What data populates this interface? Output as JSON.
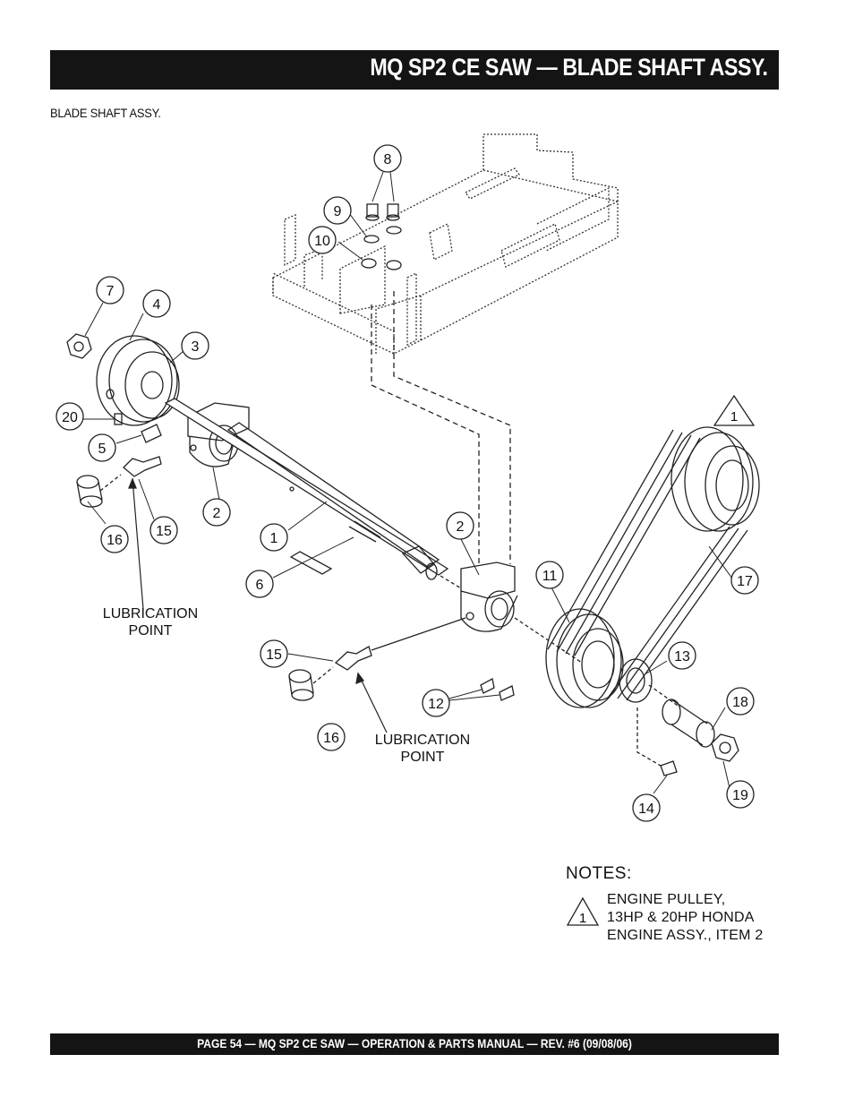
{
  "header": {
    "title": "MQ SP2 CE  SAW — BLADE SHAFT ASSY."
  },
  "subtitle": "BLADE SHAFT ASSY.",
  "callouts": [
    {
      "num": "8"
    },
    {
      "num": "9"
    },
    {
      "num": "10"
    },
    {
      "num": "7"
    },
    {
      "num": "4"
    },
    {
      "num": "3"
    },
    {
      "num": "20"
    },
    {
      "num": "5"
    },
    {
      "num": "16"
    },
    {
      "num": "15"
    },
    {
      "num": "2"
    },
    {
      "num": "1"
    },
    {
      "num": "6"
    },
    {
      "num": "2"
    },
    {
      "num": "11"
    },
    {
      "num": "17"
    },
    {
      "num": "13"
    },
    {
      "num": "15"
    },
    {
      "num": "16"
    },
    {
      "num": "12"
    },
    {
      "num": "18"
    },
    {
      "num": "19"
    },
    {
      "num": "14"
    }
  ],
  "triangle_callout": "1",
  "lubrication": {
    "left": [
      "LUBRICATION",
      "POINT"
    ],
    "right": [
      "LUBRICATION",
      "POINT"
    ]
  },
  "notes": {
    "heading": "NOTES:",
    "items": [
      {
        "marker": "1",
        "text": "ENGINE PULLEY,\n13HP & 20HP HONDA\nENGINE ASSY., ITEM 2"
      }
    ]
  },
  "footer": {
    "text": "PAGE 54 — MQ SP2 CE  SAW —  OPERATION & PARTS  MANUAL — REV. #6 (09/08/06)"
  }
}
